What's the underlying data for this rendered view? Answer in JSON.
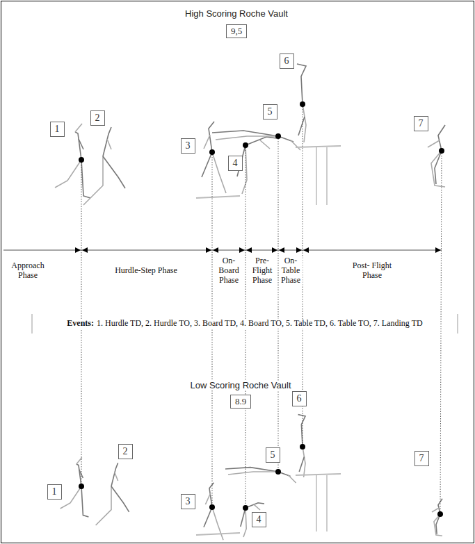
{
  "diagram": {
    "title": "High Scoring Roche Vault",
    "nodes": [
      {
        "text": [
          "9,5"
        ]
      },
      {
        "text": [
          "1"
        ]
      },
      {
        "text": [
          "2"
        ]
      },
      {
        "text": [
          "3"
        ]
      },
      {
        "text": [
          "4"
        ]
      },
      {
        "text": [
          "5"
        ]
      },
      {
        "text": [
          "6"
        ]
      },
      {
        "text": [
          "7"
        ]
      },
      {
        "text": [
          "8.9"
        ]
      },
      {
        "text": [
          "1"
        ]
      },
      {
        "text": [
          "2"
        ]
      },
      {
        "text": [
          "3"
        ]
      },
      {
        "text": [
          "4"
        ]
      },
      {
        "text": [
          "5"
        ]
      },
      {
        "text": [
          "6"
        ]
      },
      {
        "text": [
          "7"
        ]
      }
    ],
    "labels": [
      "Approach Phase",
      "Hurdle-Step Phase",
      "On- Board Phase",
      "Pre- Flight Phase",
      "On- Table Phase",
      "Post- Flight Phase",
      "Events:",
      "1. Hurdle TD, 2. Hurdle TO, 3. Board TD, 4. Board TO, 5. Table TD, 6. Table TO, 7. Landing TD",
      "Low Scoring Roche Vault"
    ]
  }
}
